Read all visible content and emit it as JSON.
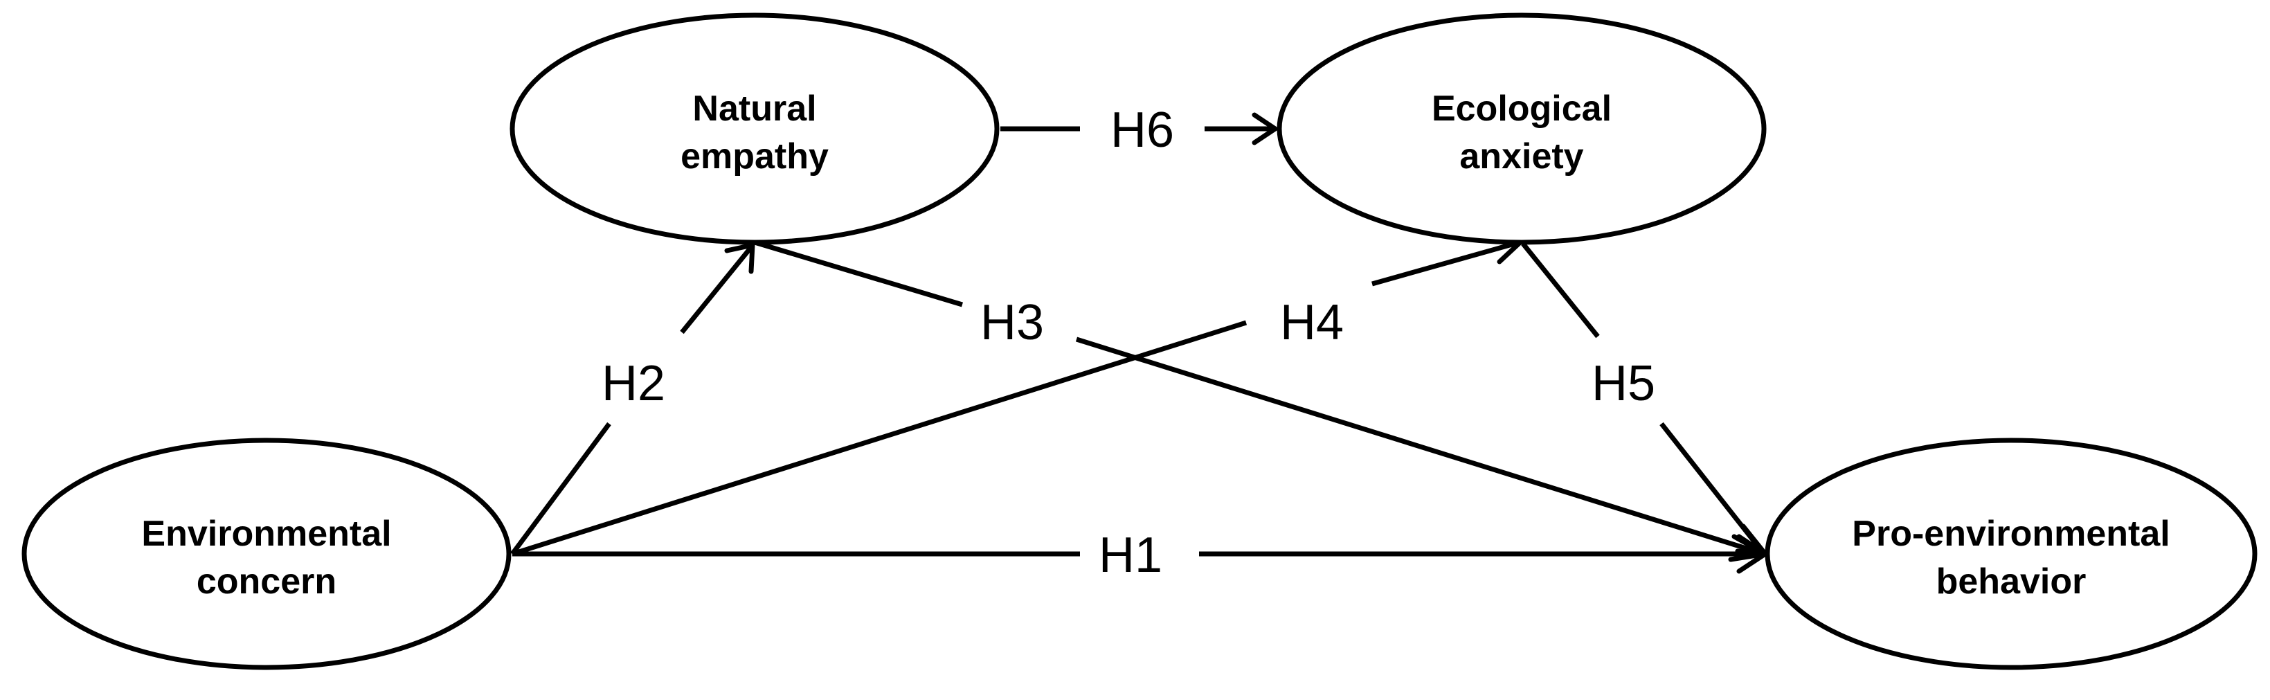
{
  "nodes": {
    "environmental_concern": {
      "line1": "Environmental",
      "line2": "concern"
    },
    "natural_empathy": {
      "line1": "Natural",
      "line2": "empathy"
    },
    "ecological_anxiety": {
      "line1": "Ecological",
      "line2": "anxiety"
    },
    "pro_environmental_behavior": {
      "line1": "Pro-environmental",
      "line2": "behavior"
    }
  },
  "edges": {
    "h1": "H1",
    "h2": "H2",
    "h3": "H3",
    "h4": "H4",
    "h5": "H5",
    "h6": "H6"
  }
}
